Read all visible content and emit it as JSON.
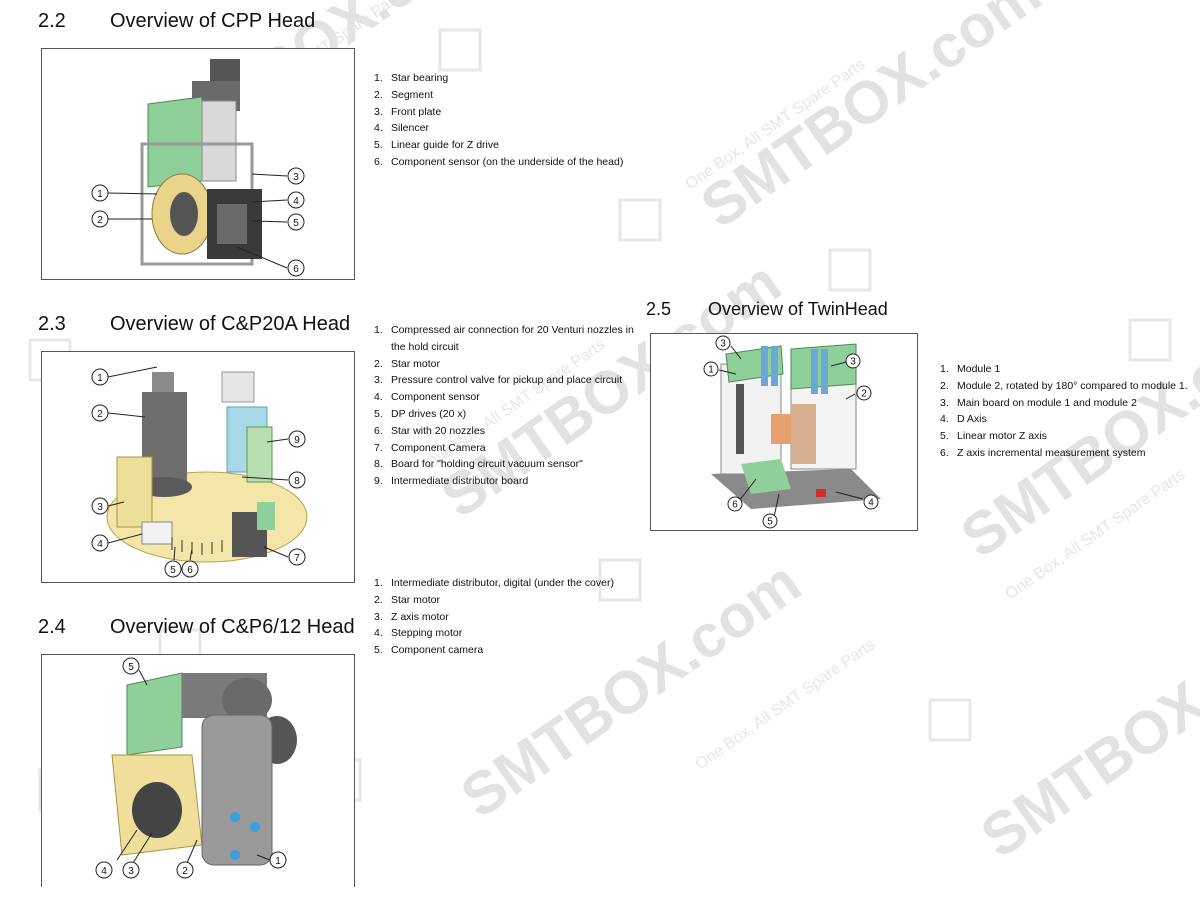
{
  "sections": {
    "s22": {
      "number": "2.2",
      "title": "Overview of CPP Head",
      "items": [
        {
          "n": "1.",
          "text": "Star bearing"
        },
        {
          "n": "2.",
          "text": "Segment"
        },
        {
          "n": "3.",
          "text": "Front plate"
        },
        {
          "n": "4.",
          "text": "Silencer"
        },
        {
          "n": "5.",
          "text": "Linear guide for Z drive"
        },
        {
          "n": "6.",
          "text": "Component sensor (on the underside of the head)"
        }
      ],
      "callouts": [
        "1",
        "2",
        "3",
        "4",
        "5",
        "6"
      ]
    },
    "s23": {
      "number": "2.3",
      "title": "Overview of C&P20A Head",
      "items": [
        {
          "n": "1.",
          "text": "Compressed air connection for 20 Venturi nozzles in"
        },
        {
          "n": "",
          "text": "the hold circuit"
        },
        {
          "n": "2.",
          "text": "Star motor"
        },
        {
          "n": "3.",
          "text": "Pressure control valve for pickup and place circuit"
        },
        {
          "n": "4.",
          "text": "Component sensor"
        },
        {
          "n": "5.",
          "text": "DP drives (20 x)"
        },
        {
          "n": "6.",
          "text": "Star with 20 nozzles"
        },
        {
          "n": "7.",
          "text": "Component Camera"
        },
        {
          "n": "8.",
          "text": "Board for \"holding circuit vacuum sensor\""
        },
        {
          "n": "9.",
          "text": "Intermediate distributor board"
        }
      ],
      "callouts": [
        "1",
        "2",
        "3",
        "4",
        "5",
        "6",
        "7",
        "8",
        "9"
      ]
    },
    "s24": {
      "number": "2.4",
      "title": "Overview of C&P6/12 Head",
      "items": [
        {
          "n": "1.",
          "text": "Intermediate distributor, digital (under the cover)"
        },
        {
          "n": "2.",
          "text": "Star motor"
        },
        {
          "n": "3.",
          "text": "Z axis motor"
        },
        {
          "n": "4.",
          "text": "Stepping motor"
        },
        {
          "n": "5.",
          "text": "Component camera"
        }
      ],
      "callouts": [
        "1",
        "2",
        "3",
        "4",
        "5"
      ]
    },
    "s25": {
      "number": "2.5",
      "title": "Overview of TwinHead",
      "items": [
        {
          "n": "1.",
          "text": "Module 1"
        },
        {
          "n": "2.",
          "text": "Module 2, rotated by 180° compared to module 1."
        },
        {
          "n": "3.",
          "text": "Main board on module 1 and module 2"
        },
        {
          "n": "4.",
          "text": "D Axis"
        },
        {
          "n": "5.",
          "text": "Linear motor Z axis"
        },
        {
          "n": "6.",
          "text": "Z axis incremental measurement system"
        }
      ],
      "callouts": [
        "1",
        "2",
        "3",
        "4",
        "5",
        "6"
      ]
    }
  },
  "watermark": {
    "brand": "SMTBOX.com",
    "tagline": "One Box, All SMT Spare Parts",
    "color": "#d8d8d8"
  }
}
